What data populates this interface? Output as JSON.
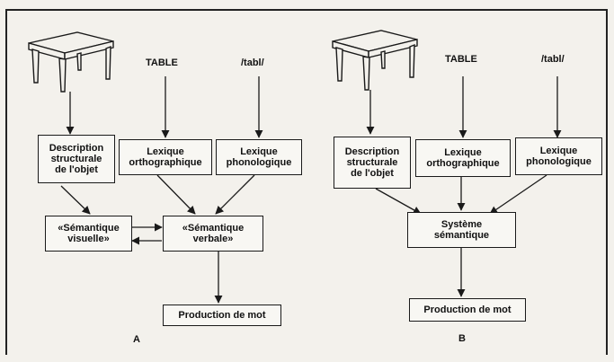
{
  "panel_a": {
    "label": "A",
    "word_input": "TABLE",
    "phon_input": "/tabl/",
    "box_description": "Description\nstructurale\nde l'objet",
    "box_lex_ortho": "Lexique\northographique",
    "box_lex_phono": "Lexique\nphonologique",
    "box_sem_visuelle": "«Sémantique\nvisuelle»",
    "box_sem_verbale": "«Sémantique\nverbale»",
    "box_production": "Production de mot"
  },
  "panel_b": {
    "label": "B",
    "word_input": "TABLE",
    "phon_input": "/tabl/",
    "box_description": "Description\nstructurale\nde l'objet",
    "box_lex_ortho": "Lexique\northographique",
    "box_lex_phono": "Lexique\nphonologique",
    "box_systeme": "Système\nsémantique",
    "box_production": "Production de mot"
  },
  "icons": {
    "object": "table-icon"
  }
}
